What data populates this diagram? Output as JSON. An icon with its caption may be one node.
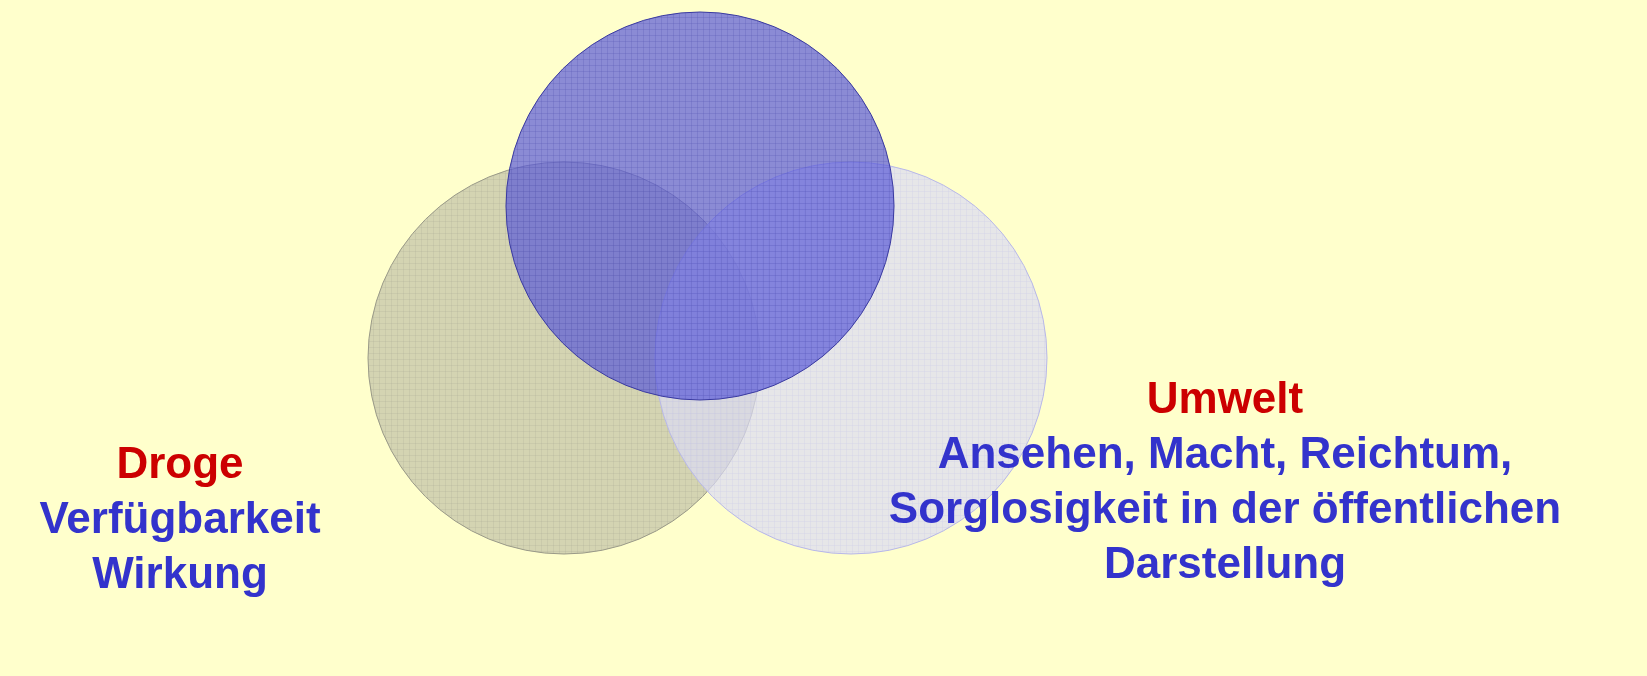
{
  "diagram": {
    "nodes": [
      {
        "text": [],
        "shape": "circle"
      },
      {
        "text": [
          "Droge",
          "Verfügbarkeit",
          "Wirkung"
        ]
      },
      {
        "text": [
          "Umwelt",
          "Ansehen, Macht, Reichtum, Sorglosigkeit in der öffentlichen Darstellung"
        ]
      }
    ],
    "edges": []
  }
}
